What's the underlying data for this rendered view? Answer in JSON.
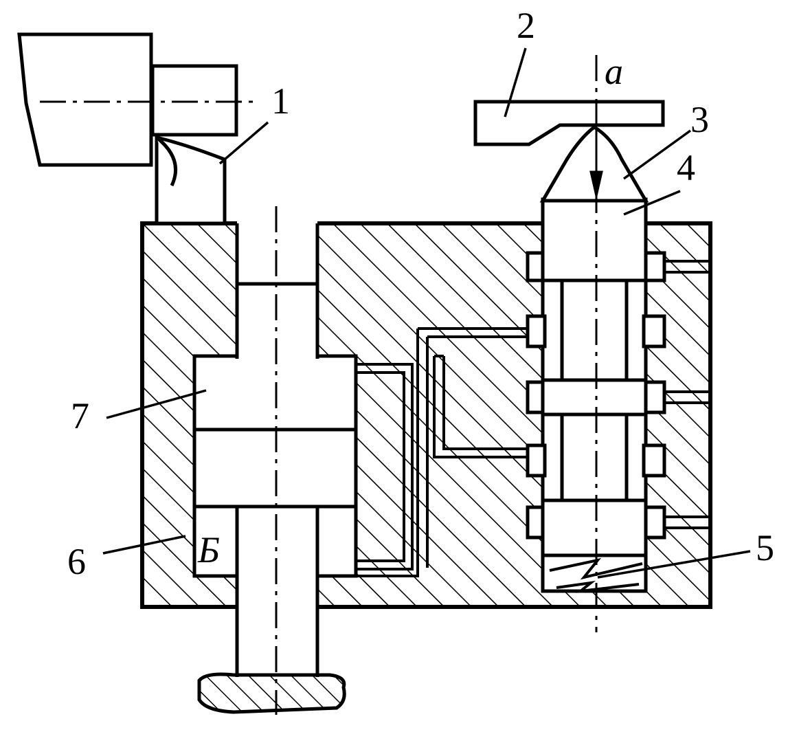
{
  "diagram": {
    "labels": {
      "one": "1",
      "two": "2",
      "three": "3",
      "four": "4",
      "five": "5",
      "six": "6",
      "seven": "7",
      "a": "a",
      "b": "Б"
    },
    "colors": {
      "stroke": "#000000",
      "background": "#ffffff"
    }
  }
}
